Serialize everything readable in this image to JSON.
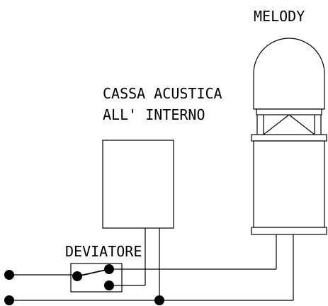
{
  "labels": {
    "melody": "MELODY",
    "speaker_line1": "CASSA  ACUSTICA",
    "speaker_line2": "ALL' INTERNO",
    "switch": "DEVIATORE"
  },
  "colors": {
    "ink": "#000000",
    "background": "#ffffff"
  }
}
